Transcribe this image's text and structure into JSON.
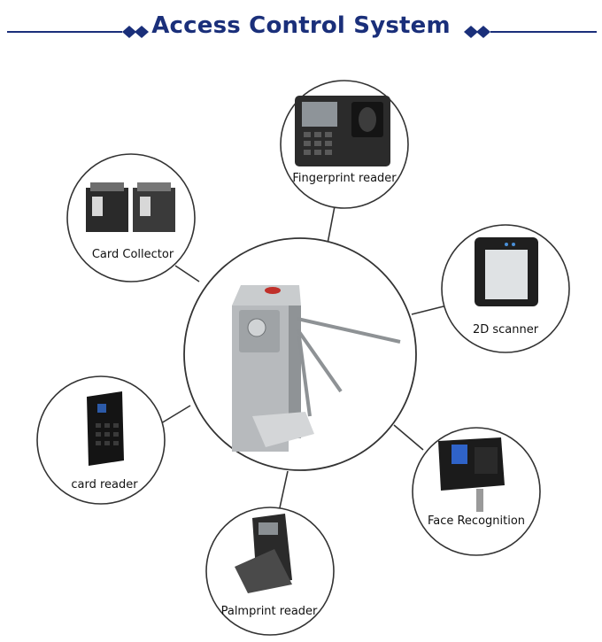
{
  "header": {
    "title": "Access Control System"
  },
  "hub": {
    "name": "tripod-turnstile"
  },
  "devices": [
    {
      "id": "fingerprint",
      "label": "Fingerprint reader"
    },
    {
      "id": "card-collector",
      "label": "Card Collector"
    },
    {
      "id": "scanner-2d",
      "label": "2D scanner"
    },
    {
      "id": "card-reader",
      "label": "card reader"
    },
    {
      "id": "face-recognition",
      "label": "Face Recognition"
    },
    {
      "id": "palmprint",
      "label": "Palmprint reader"
    }
  ],
  "colors": {
    "title": "#1a2f7a",
    "rule": "#1a2f7a",
    "circle_stroke": "#333333",
    "connector": "#333333"
  }
}
